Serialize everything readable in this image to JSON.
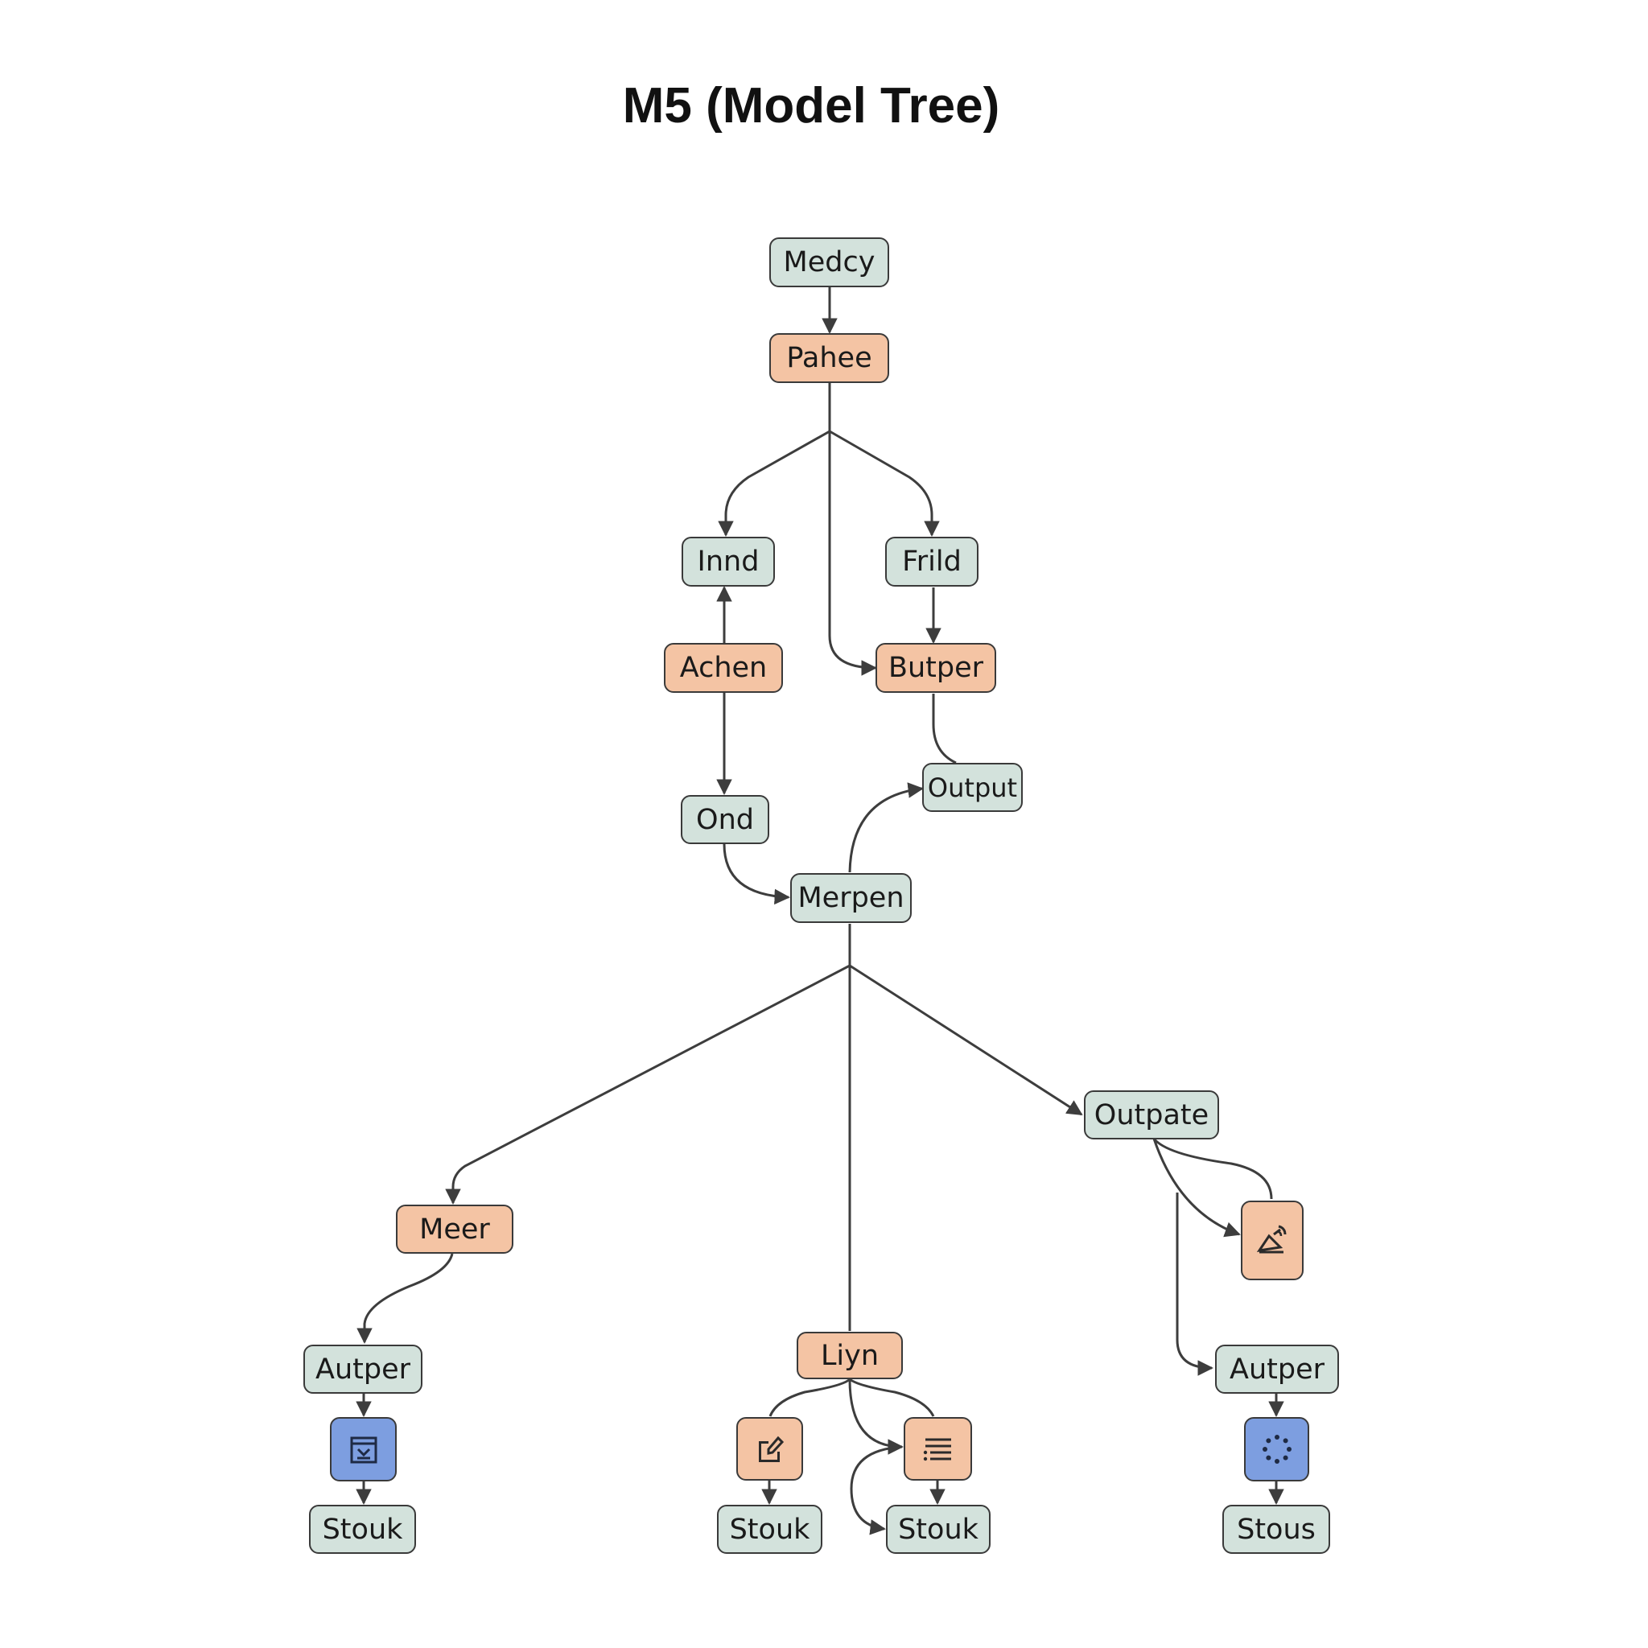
{
  "diagram": {
    "title": "M5 (Model Tree)",
    "colors": {
      "gray": "#d3e2dc",
      "orange": "#f4c4a4",
      "blue": "#7d9ee0",
      "stroke": "#3a3a3a"
    },
    "nodes": [
      {
        "id": "medcy",
        "label": "Medcy",
        "color": "gray"
      },
      {
        "id": "pahee",
        "label": "Pahee",
        "color": "orange"
      },
      {
        "id": "innd",
        "label": "Innd",
        "color": "gray"
      },
      {
        "id": "frild",
        "label": "Frild",
        "color": "gray"
      },
      {
        "id": "achen",
        "label": "Achen",
        "color": "orange"
      },
      {
        "id": "butper",
        "label": "Butper",
        "color": "orange"
      },
      {
        "id": "output",
        "label": "Output",
        "color": "gray"
      },
      {
        "id": "ond",
        "label": "Ond",
        "color": "gray"
      },
      {
        "id": "merpen",
        "label": "Merpen",
        "color": "gray"
      },
      {
        "id": "outpate",
        "label": "Outpate",
        "color": "gray"
      },
      {
        "id": "meer",
        "label": "Meer",
        "color": "orange"
      },
      {
        "id": "liyn",
        "label": "Liyn",
        "color": "orange"
      },
      {
        "id": "autper-left",
        "label": "Autper",
        "color": "gray"
      },
      {
        "id": "autper-right",
        "label": "Autper",
        "color": "gray"
      },
      {
        "id": "stouk-left",
        "label": "Stouk",
        "color": "gray"
      },
      {
        "id": "stouk-mid-left",
        "label": "Stouk",
        "color": "gray"
      },
      {
        "id": "stouk-mid-right",
        "label": "Stouk",
        "color": "gray"
      },
      {
        "id": "stous",
        "label": "Stous",
        "color": "gray"
      },
      {
        "id": "icon-node-left",
        "icon": "download-box-icon",
        "color": "blue"
      },
      {
        "id": "icon-node-edit",
        "icon": "edit-icon",
        "color": "orange"
      },
      {
        "id": "icon-node-list",
        "icon": "list-icon",
        "color": "orange"
      },
      {
        "id": "icon-node-signal",
        "icon": "satellite-dish-icon",
        "color": "orange"
      },
      {
        "id": "icon-node-loader",
        "icon": "loading-spinner-icon",
        "color": "blue"
      }
    ],
    "edges": [
      {
        "from": "medcy",
        "to": "pahee"
      },
      {
        "from": "pahee",
        "to": "innd"
      },
      {
        "from": "pahee",
        "to": "frild"
      },
      {
        "from": "pahee",
        "to": "butper"
      },
      {
        "from": "achen",
        "to": "innd"
      },
      {
        "from": "achen",
        "to": "ond"
      },
      {
        "from": "frild",
        "to": "butper"
      },
      {
        "from": "butper",
        "to": "output"
      },
      {
        "from": "merpen",
        "to": "output"
      },
      {
        "from": "ond",
        "to": "merpen"
      },
      {
        "from": "merpen",
        "to": "meer"
      },
      {
        "from": "merpen",
        "to": "liyn"
      },
      {
        "from": "merpen",
        "to": "outpate"
      },
      {
        "from": "outpate",
        "to": "icon-node-signal"
      },
      {
        "from": "outpate",
        "to": "autper-right"
      },
      {
        "from": "meer",
        "to": "autper-left"
      },
      {
        "from": "autper-left",
        "to": "icon-node-left"
      },
      {
        "from": "icon-node-left",
        "to": "stouk-left"
      },
      {
        "from": "liyn",
        "to": "icon-node-edit"
      },
      {
        "from": "liyn",
        "to": "icon-node-list"
      },
      {
        "from": "icon-node-edit",
        "to": "stouk-mid-left"
      },
      {
        "from": "icon-node-list",
        "to": "stouk-mid-right"
      },
      {
        "from": "autper-right",
        "to": "icon-node-loader"
      },
      {
        "from": "icon-node-loader",
        "to": "stous"
      }
    ]
  }
}
